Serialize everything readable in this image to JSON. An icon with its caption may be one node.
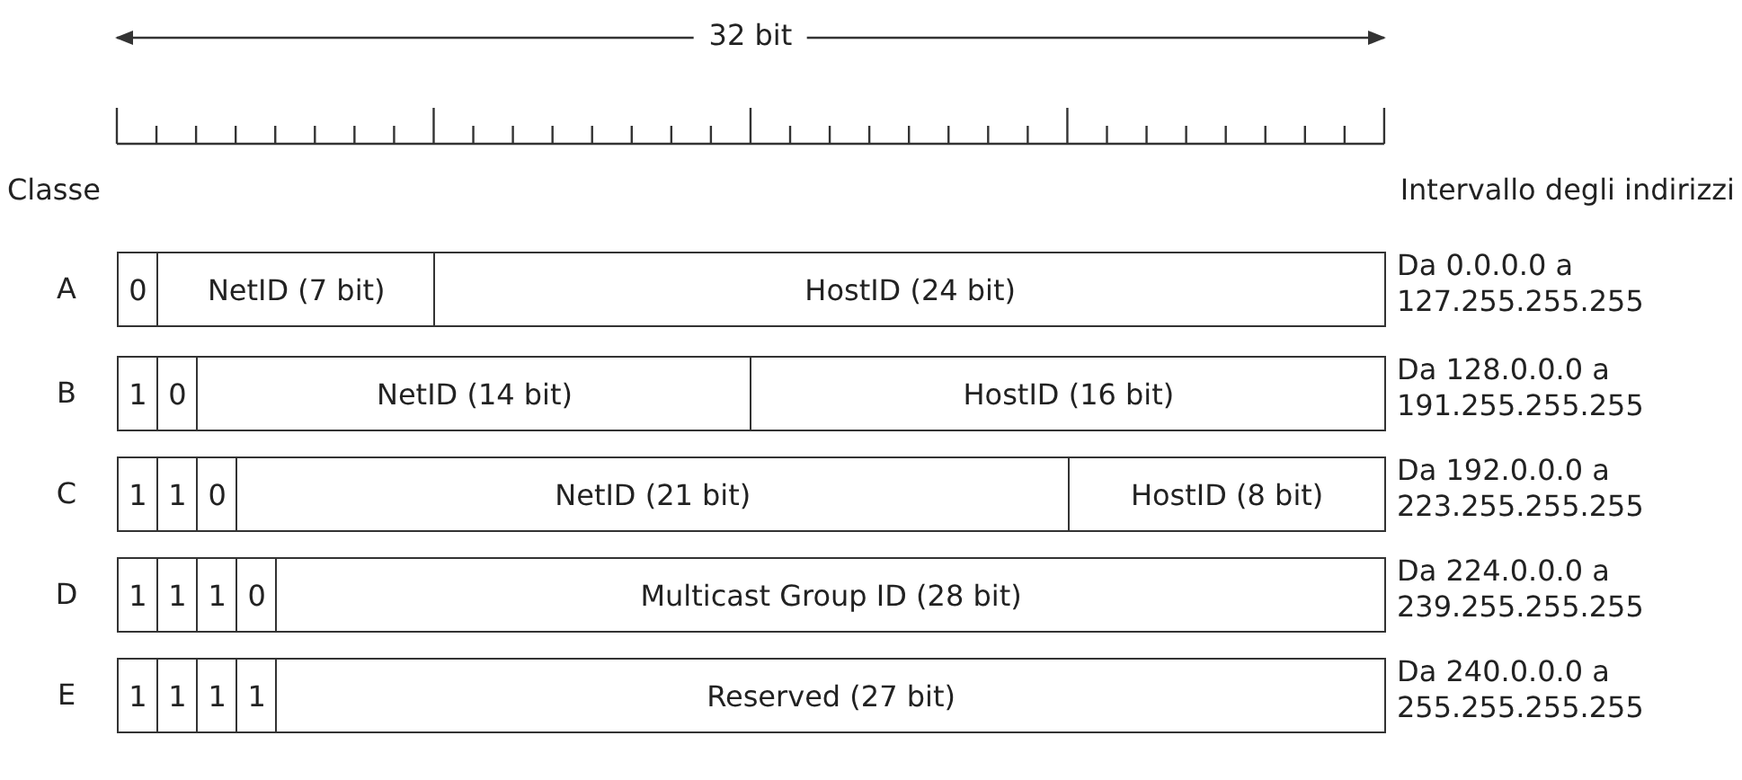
{
  "diagram": {
    "nodes": [
      {
        "text": [
          "0"
        ]
      },
      {
        "text": [
          "NetID (7 bit)"
        ]
      },
      {
        "text": [
          "HostID (24 bit)"
        ]
      },
      {
        "text": [
          "1"
        ]
      },
      {
        "text": [
          "0"
        ]
      },
      {
        "text": [
          "NetID (14 bit)"
        ]
      },
      {
        "text": [
          "HostID (16 bit)"
        ]
      },
      {
        "text": [
          "1"
        ]
      },
      {
        "text": [
          "1"
        ]
      },
      {
        "text": [
          "0"
        ]
      },
      {
        "text": [
          "NetID (21 bit)"
        ]
      },
      {
        "text": [
          "HostID (8 bit)"
        ]
      },
      {
        "text": [
          "1"
        ]
      },
      {
        "text": [
          "1"
        ]
      },
      {
        "text": [
          "1"
        ]
      },
      {
        "text": [
          "0"
        ]
      },
      {
        "text": [
          "Multicast Group ID (28 bit)"
        ]
      },
      {
        "text": [
          "1"
        ]
      },
      {
        "text": [
          "1"
        ]
      },
      {
        "text": [
          "1"
        ]
      },
      {
        "text": [
          "1"
        ]
      },
      {
        "text": [
          "Reserved (27 bit)"
        ]
      }
    ],
    "edges": [],
    "labels": [
      "32 bit",
      "Classe",
      "Intervallo degli indirizzi",
      "A",
      "Da 0.0.0.0 a 127.255.255.255",
      "B",
      "Da 128.0.0.0 a 191.255.255.255",
      "C",
      "Da 192.0.0.0 a 223.255.255.255",
      "D",
      "Da 224.0.0.0 a 239.255.255.255",
      "E",
      "Da 240.0.0.0 a 255.255.255.255"
    ]
  }
}
